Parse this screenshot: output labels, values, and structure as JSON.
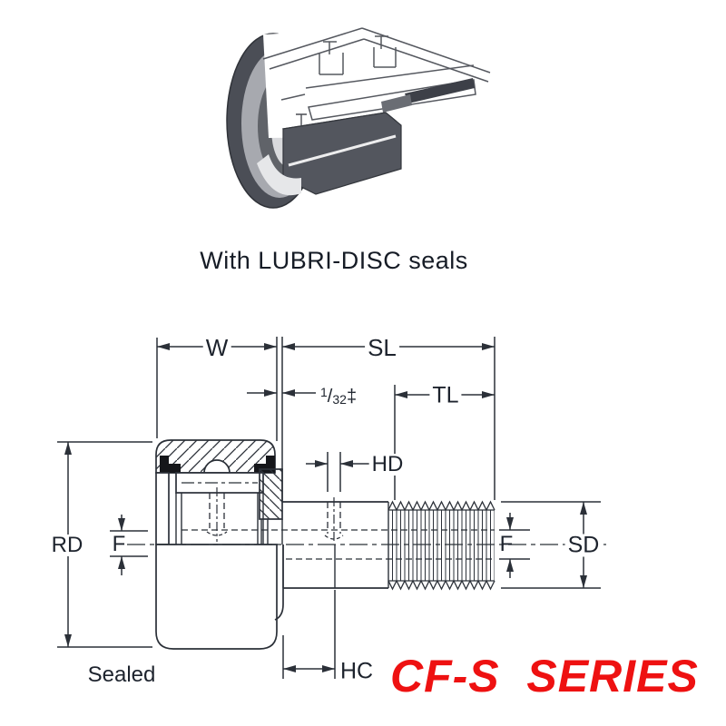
{
  "caption": "With LUBRI-DISC seals",
  "series": {
    "text": "CF-S  SERIES",
    "color": "#ee1111"
  },
  "view_label": "Sealed",
  "dim_labels": {
    "w": "W",
    "sl": "SL",
    "tl": "TL",
    "hd": "HD",
    "rd": "RD",
    "f_left": "F",
    "f_right": "F",
    "sd": "SD",
    "hc": "HC",
    "gap_num": "1",
    "gap_slash": "/",
    "gap_den": "32",
    "gap_dagger": "‡"
  },
  "colors": {
    "line": "#2b3038",
    "text": "#1d232d",
    "accent_red": "#ee1111"
  }
}
